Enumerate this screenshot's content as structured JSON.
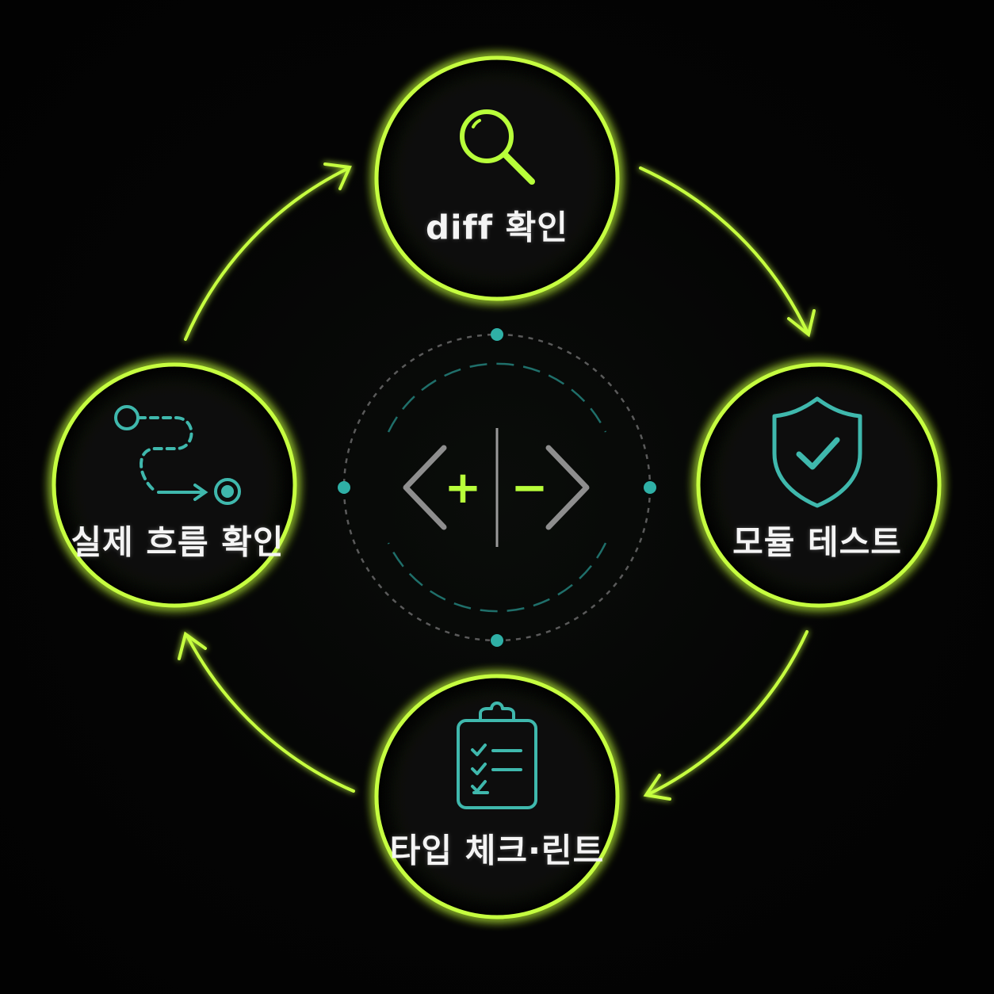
{
  "colors": {
    "background": "#030303",
    "accent": "#b8ff3a",
    "teal": "#3fb8ad",
    "gray": "#8a8a8a",
    "text": "#f4f4f4"
  },
  "center": {
    "icon": "code-diff-icon",
    "plus_symbol": "+",
    "minus_symbol": "−"
  },
  "steps": [
    {
      "label": "diff 확인",
      "icon": "magnifier-icon"
    },
    {
      "label": "모듈 테스트",
      "icon": "shield-check-icon"
    },
    {
      "label": "타입 체크·린트",
      "icon": "clipboard-checklist-icon"
    },
    {
      "label": "실제 흐름 확인",
      "icon": "flow-path-icon"
    }
  ]
}
